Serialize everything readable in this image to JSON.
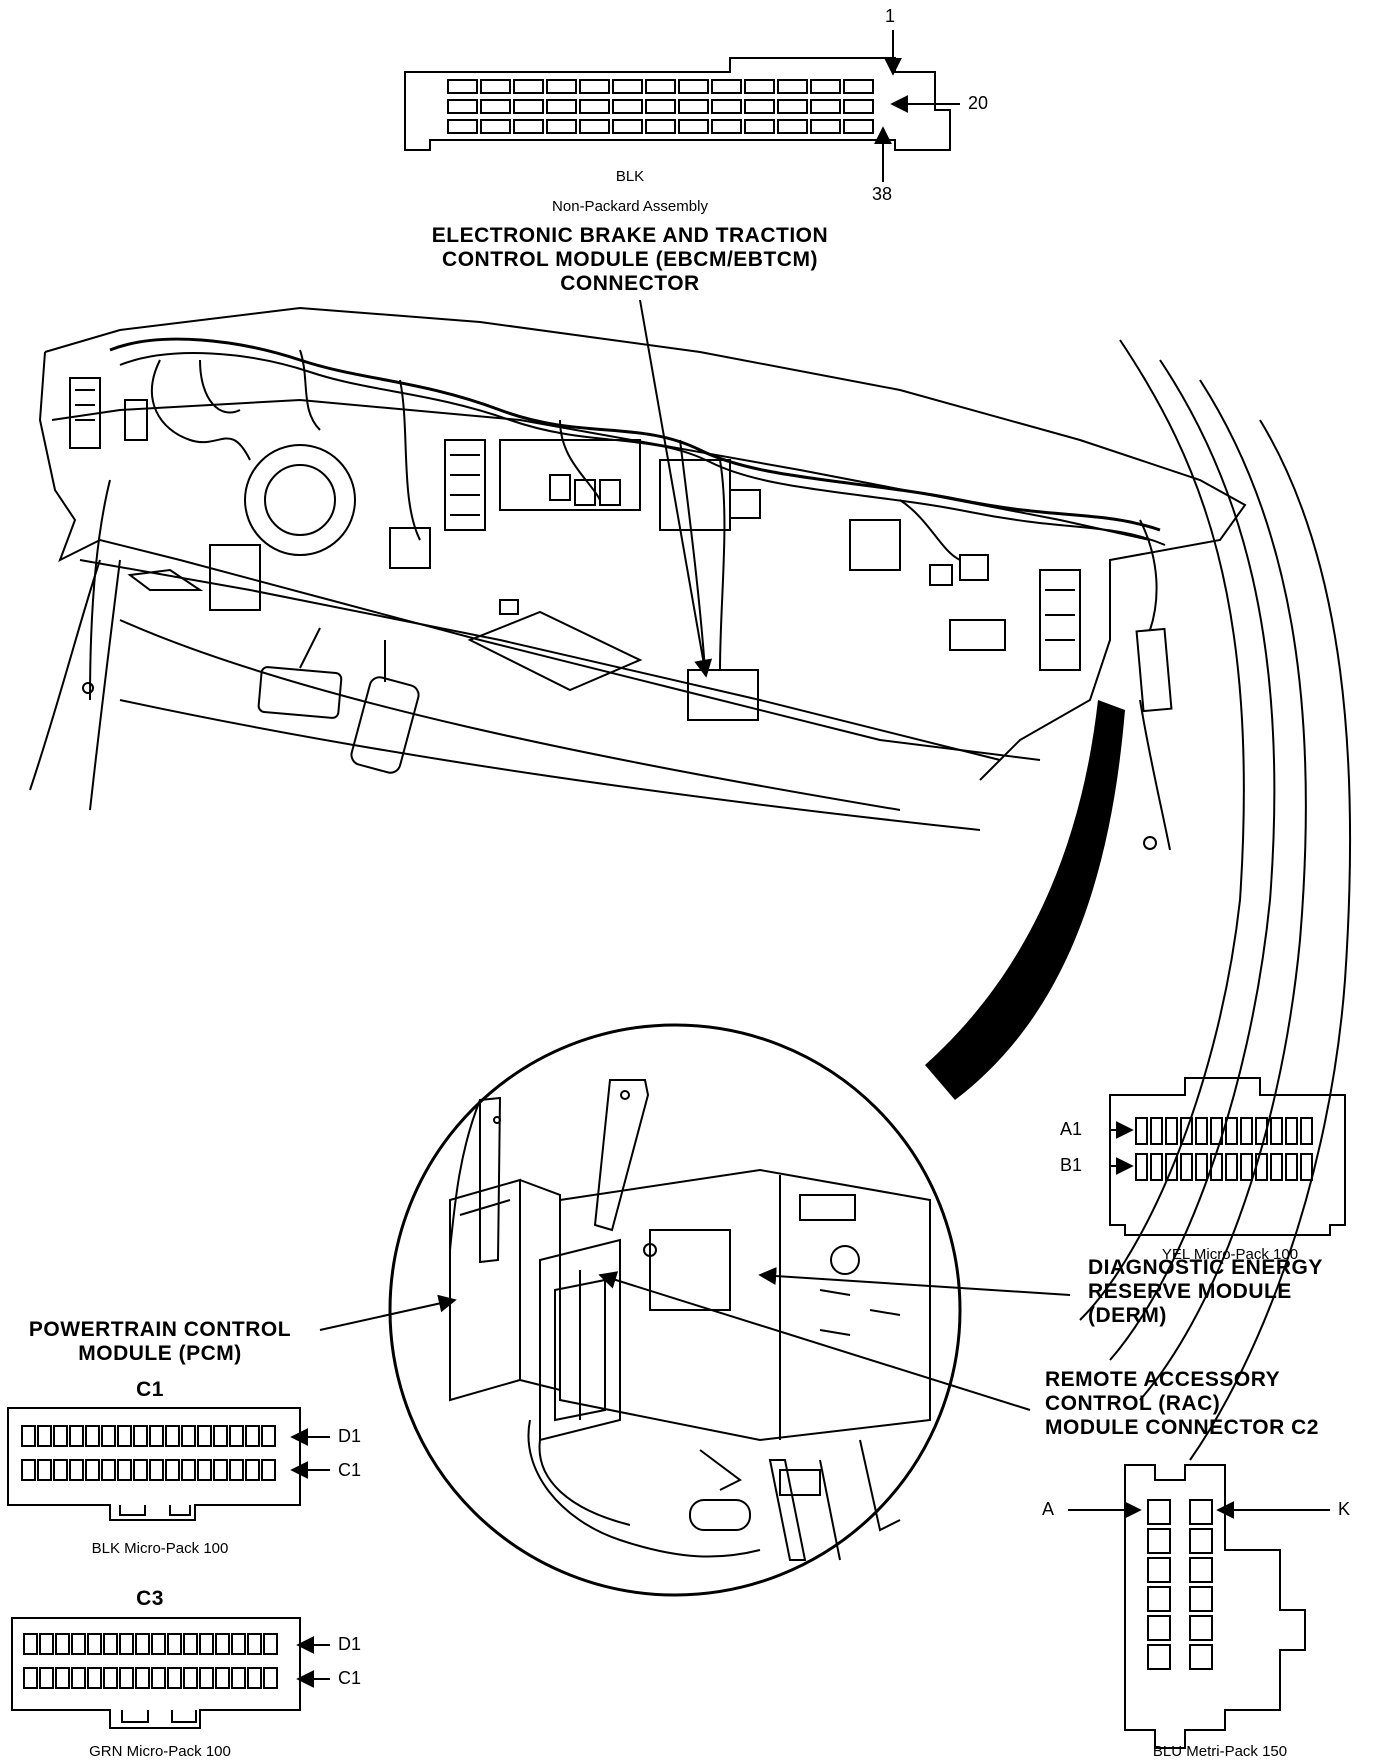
{
  "ebcm": {
    "pin_first": "1",
    "pin_row2": "20",
    "pin_last": "38",
    "color": "BLK",
    "assembly": "Non-Packard Assembly",
    "title_lines": [
      "ELECTRONIC BRAKE AND TRACTION",
      "CONTROL MODULE (EBCM/EBTCM)",
      "CONNECTOR"
    ],
    "rows": [
      13,
      13,
      13
    ]
  },
  "derm": {
    "pin_a1": "A1",
    "pin_b1": "B1",
    "color_type": "YEL Micro-Pack 100",
    "title_lines": [
      "DIAGNOSTIC ENERGY",
      "RESERVE MODULE",
      "(DERM)"
    ],
    "rows": [
      12,
      12
    ]
  },
  "pcm": {
    "title_lines": [
      "POWERTRAIN CONTROL",
      "MODULE (PCM)"
    ],
    "c1": {
      "label": "C1",
      "pin_top": "D1",
      "pin_bottom": "C1",
      "color_type": "BLK Micro-Pack 100",
      "rows": [
        16,
        16
      ]
    },
    "c3": {
      "label": "C3",
      "pin_top": "D1",
      "pin_bottom": "C1",
      "color_type": "GRN Micro-Pack 100",
      "rows": [
        16,
        16
      ]
    }
  },
  "rac": {
    "title_lines": [
      "REMOTE ACCESSORY",
      "CONTROL (RAC)",
      "MODULE CONNECTOR C2"
    ],
    "pin_a": "A",
    "pin_k": "K",
    "color_type": "BLU Metri-Pack 150",
    "rows": [
      6,
      6
    ]
  }
}
